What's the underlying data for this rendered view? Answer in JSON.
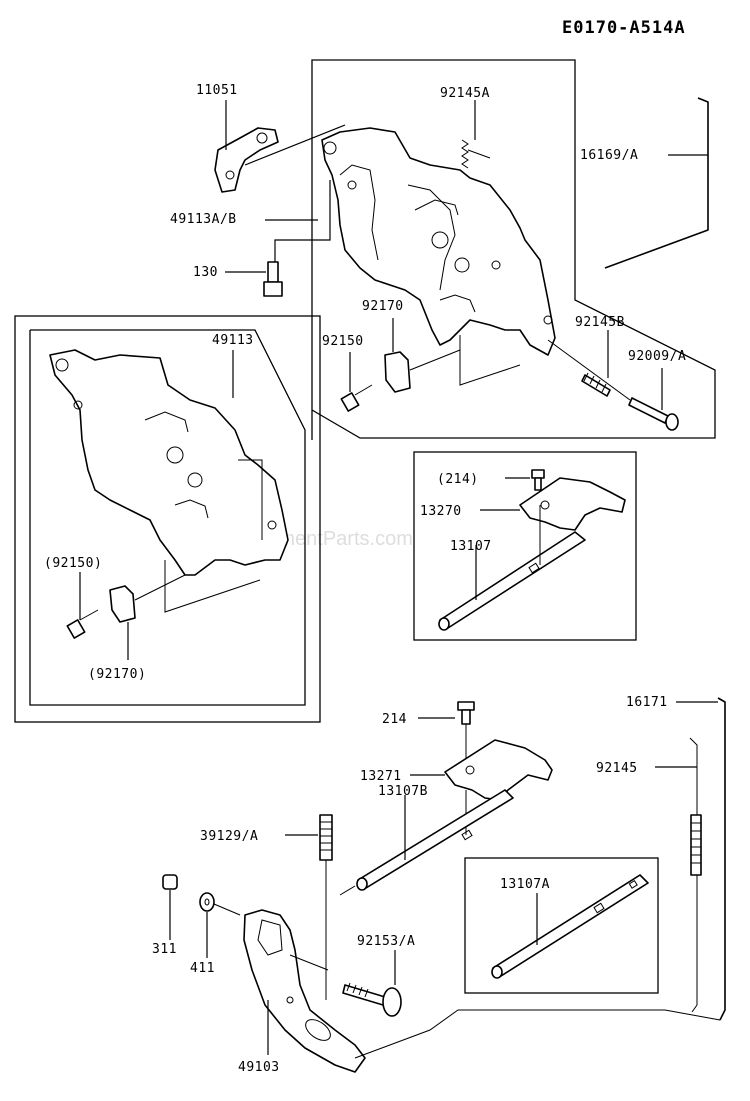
{
  "title": "E0170-A514A",
  "watermark": "ReplacementParts.com",
  "labels": {
    "p11051": "11051",
    "p92145A": "92145A",
    "p16169A": "16169/A",
    "p49113AB": "49113A/B",
    "p130": "130",
    "p92170": "92170",
    "p92150": "92150",
    "p92145B": "92145B",
    "p92009A": "92009/A",
    "p49113": "49113",
    "p92150p": "(92150)",
    "p92170p": "(92170)",
    "p214p": "(214)",
    "p13270": "13270",
    "p13107": "13107",
    "p16171": "16171",
    "p214": "214",
    "p92145": "92145",
    "p13271": "13271",
    "p13107B": "13107B",
    "p39129A": "39129/A",
    "p13107A": "13107A",
    "p311": "311",
    "p411": "411",
    "p92153A": "92153/A",
    "p49103": "49103"
  }
}
